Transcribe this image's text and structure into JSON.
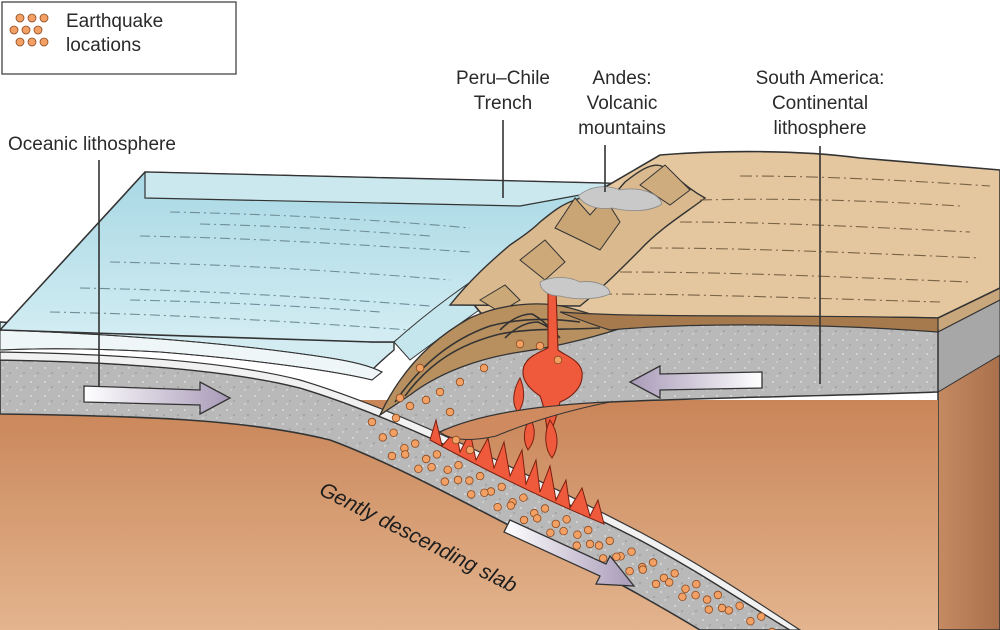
{
  "legend": {
    "line1": "Earthquake",
    "line2": "locations"
  },
  "labels": {
    "trench_line1": "Peru–Chile",
    "trench_line2": "Trench",
    "andes_line1": "Andes:",
    "andes_line2": "Volcanic",
    "andes_line3": "mountains",
    "continent_line1": "South America:",
    "continent_line2": "Continental",
    "continent_line3": "lithosphere",
    "oceanic": "Oceanic lithosphere",
    "slab": "Gently descending slab"
  },
  "colors": {
    "ocean_top": "#bfe3ec",
    "ocean_front": "#d6eef3",
    "lithosphere_gray": "#b8b8b8",
    "mantle": "#d59a72",
    "continent_top": "#e6c9a0",
    "magma": "#f05a3c",
    "quake_dot": "#f2a064"
  }
}
